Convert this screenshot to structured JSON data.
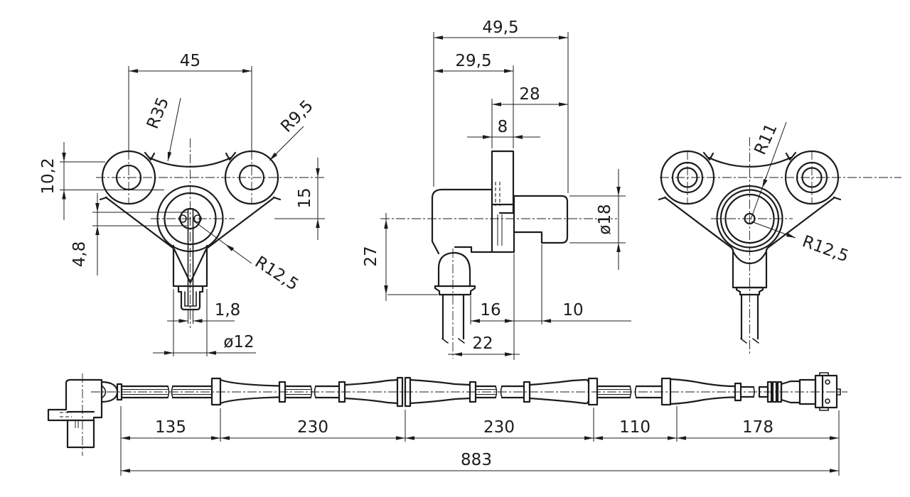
{
  "colors": {
    "line": "#1c1c1c",
    "background": "#ffffff"
  },
  "views": {
    "front": {
      "width": "45",
      "arc_radius": "R35",
      "lobe_radius": "R9,5",
      "offset_a": "10,2",
      "offset_b": "4,8",
      "center_offset": "15",
      "boss_radius": "R12,5",
      "slot_width": "1,8",
      "stem_diameter": "ø12"
    },
    "side": {
      "overall_width": "49,5",
      "body_width": "29,5",
      "flange_to_face": "28",
      "flange_thickness": "8",
      "height_below_axis": "27",
      "barrel_diameter": "ø18",
      "flange_offset": "16",
      "barrel_step": "10",
      "stem_offset": "22"
    },
    "rear": {
      "ring_radius": "R11",
      "boss_radius": "R12,5"
    },
    "cable": {
      "seg1": "135",
      "seg2": "230",
      "seg3": "230",
      "seg4": "110",
      "seg5": "178",
      "total": "883"
    }
  }
}
